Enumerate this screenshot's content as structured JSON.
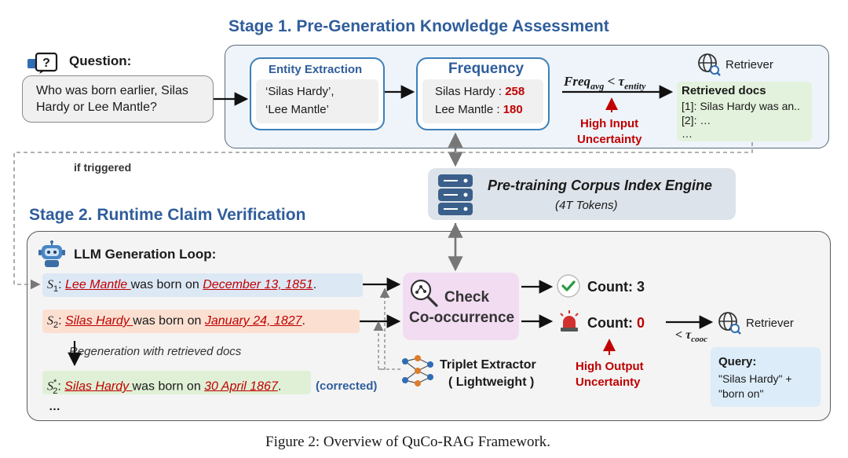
{
  "stage1": {
    "title": "Stage 1. Pre-Generation Knowledge Assessment",
    "question_label": "Question:",
    "question_text": [
      "Who was born earlier, Silas",
      "Hardy or Lee Mantle?"
    ],
    "entity_extraction": {
      "title": "Entity Extraction",
      "lines": [
        "‘Silas Hardy’,",
        "‘Lee Mantle’"
      ]
    },
    "frequency": {
      "title": "Frequency",
      "rows": [
        {
          "name": "Silas Hardy : ",
          "value": "258"
        },
        {
          "name": "Lee Mantle : ",
          "value": "180"
        }
      ]
    },
    "threshold": {
      "base": "Freq",
      "sub": "avg",
      "op": " < ",
      "tau": "τ",
      "tau_sub": "entity"
    },
    "uncertainty": [
      "High Input",
      "Uncertainty"
    ],
    "retriever_label": "Retriever",
    "retrieved_docs": {
      "title": "Retrieved docs",
      "lines": [
        "[1]: Silas Hardy was an..",
        "[2]: …",
        "…"
      ]
    },
    "if_triggered": "if triggered"
  },
  "corpus": {
    "title": "Pre-training Corpus Index Engine",
    "subtitle": "(4T Tokens)"
  },
  "stage2": {
    "title": "Stage 2. Runtime Claim Verification",
    "loop_label": "LLM Generation Loop:",
    "sentences": [
      {
        "var": "S",
        "sub": "1",
        "sup": "",
        "sep": ": ",
        "entity": "Lee Mantle ",
        "mid": "was born on ",
        "date": "December 13, 1851",
        "end": "."
      },
      {
        "var": "S",
        "sub": "2",
        "sup": "",
        "sep": ": ",
        "entity": "Silas Hardy ",
        "mid": "was born on ",
        "date": "January 24, 1827",
        "end": "."
      },
      {
        "var": "S",
        "sub": "2",
        "sup": "*",
        "sep": ": ",
        "entity": "Silas Hardy ",
        "mid": "was born on ",
        "date": "30 April 1867",
        "end": "."
      }
    ],
    "regeneration": "Regeneration with retrieved docs",
    "corrected": "(corrected)",
    "ellipsis": "…",
    "check": [
      "Check",
      "Co-occurrence"
    ],
    "triplet": [
      "Triplet Extractor",
      "( Lightweight )"
    ],
    "count_ok": {
      "label": "Count: ",
      "value": "3"
    },
    "count_bad": {
      "label": "Count: ",
      "value": "0"
    },
    "uncertainty": [
      "High Output",
      "Uncertainty"
    ],
    "tau_cooc": {
      "op": "< ",
      "tau": "τ",
      "sub": "cooc"
    },
    "retriever_label": "Retriever",
    "query": {
      "title": "Query:",
      "lines": [
        "\"Silas Hardy\" +",
        "\"born on\""
      ]
    }
  },
  "caption": "Figure 2: Overview of QuCo-RAG Framework.",
  "colors": {
    "stage_title": "#2f5d9b",
    "stage1_bg": "#eef4fa",
    "stage2_bg": "#f4f4f4",
    "accent_red": "#c00000",
    "check_bg": "#f2dcf2",
    "corpus_bg": "#dde3ea",
    "docs_bg": "#e3f2dc",
    "query_bg": "#dcecf8",
    "s1_bg": "#dde8f5",
    "s2_bg": "#fbe0d2",
    "s2c_bg": "#e0f0d6"
  },
  "icons": [
    "question-icon",
    "globe-search-icon",
    "database-icon",
    "robot-icon",
    "magnifier-graph-icon",
    "network-icon",
    "checkmark-icon",
    "alarm-icon"
  ]
}
